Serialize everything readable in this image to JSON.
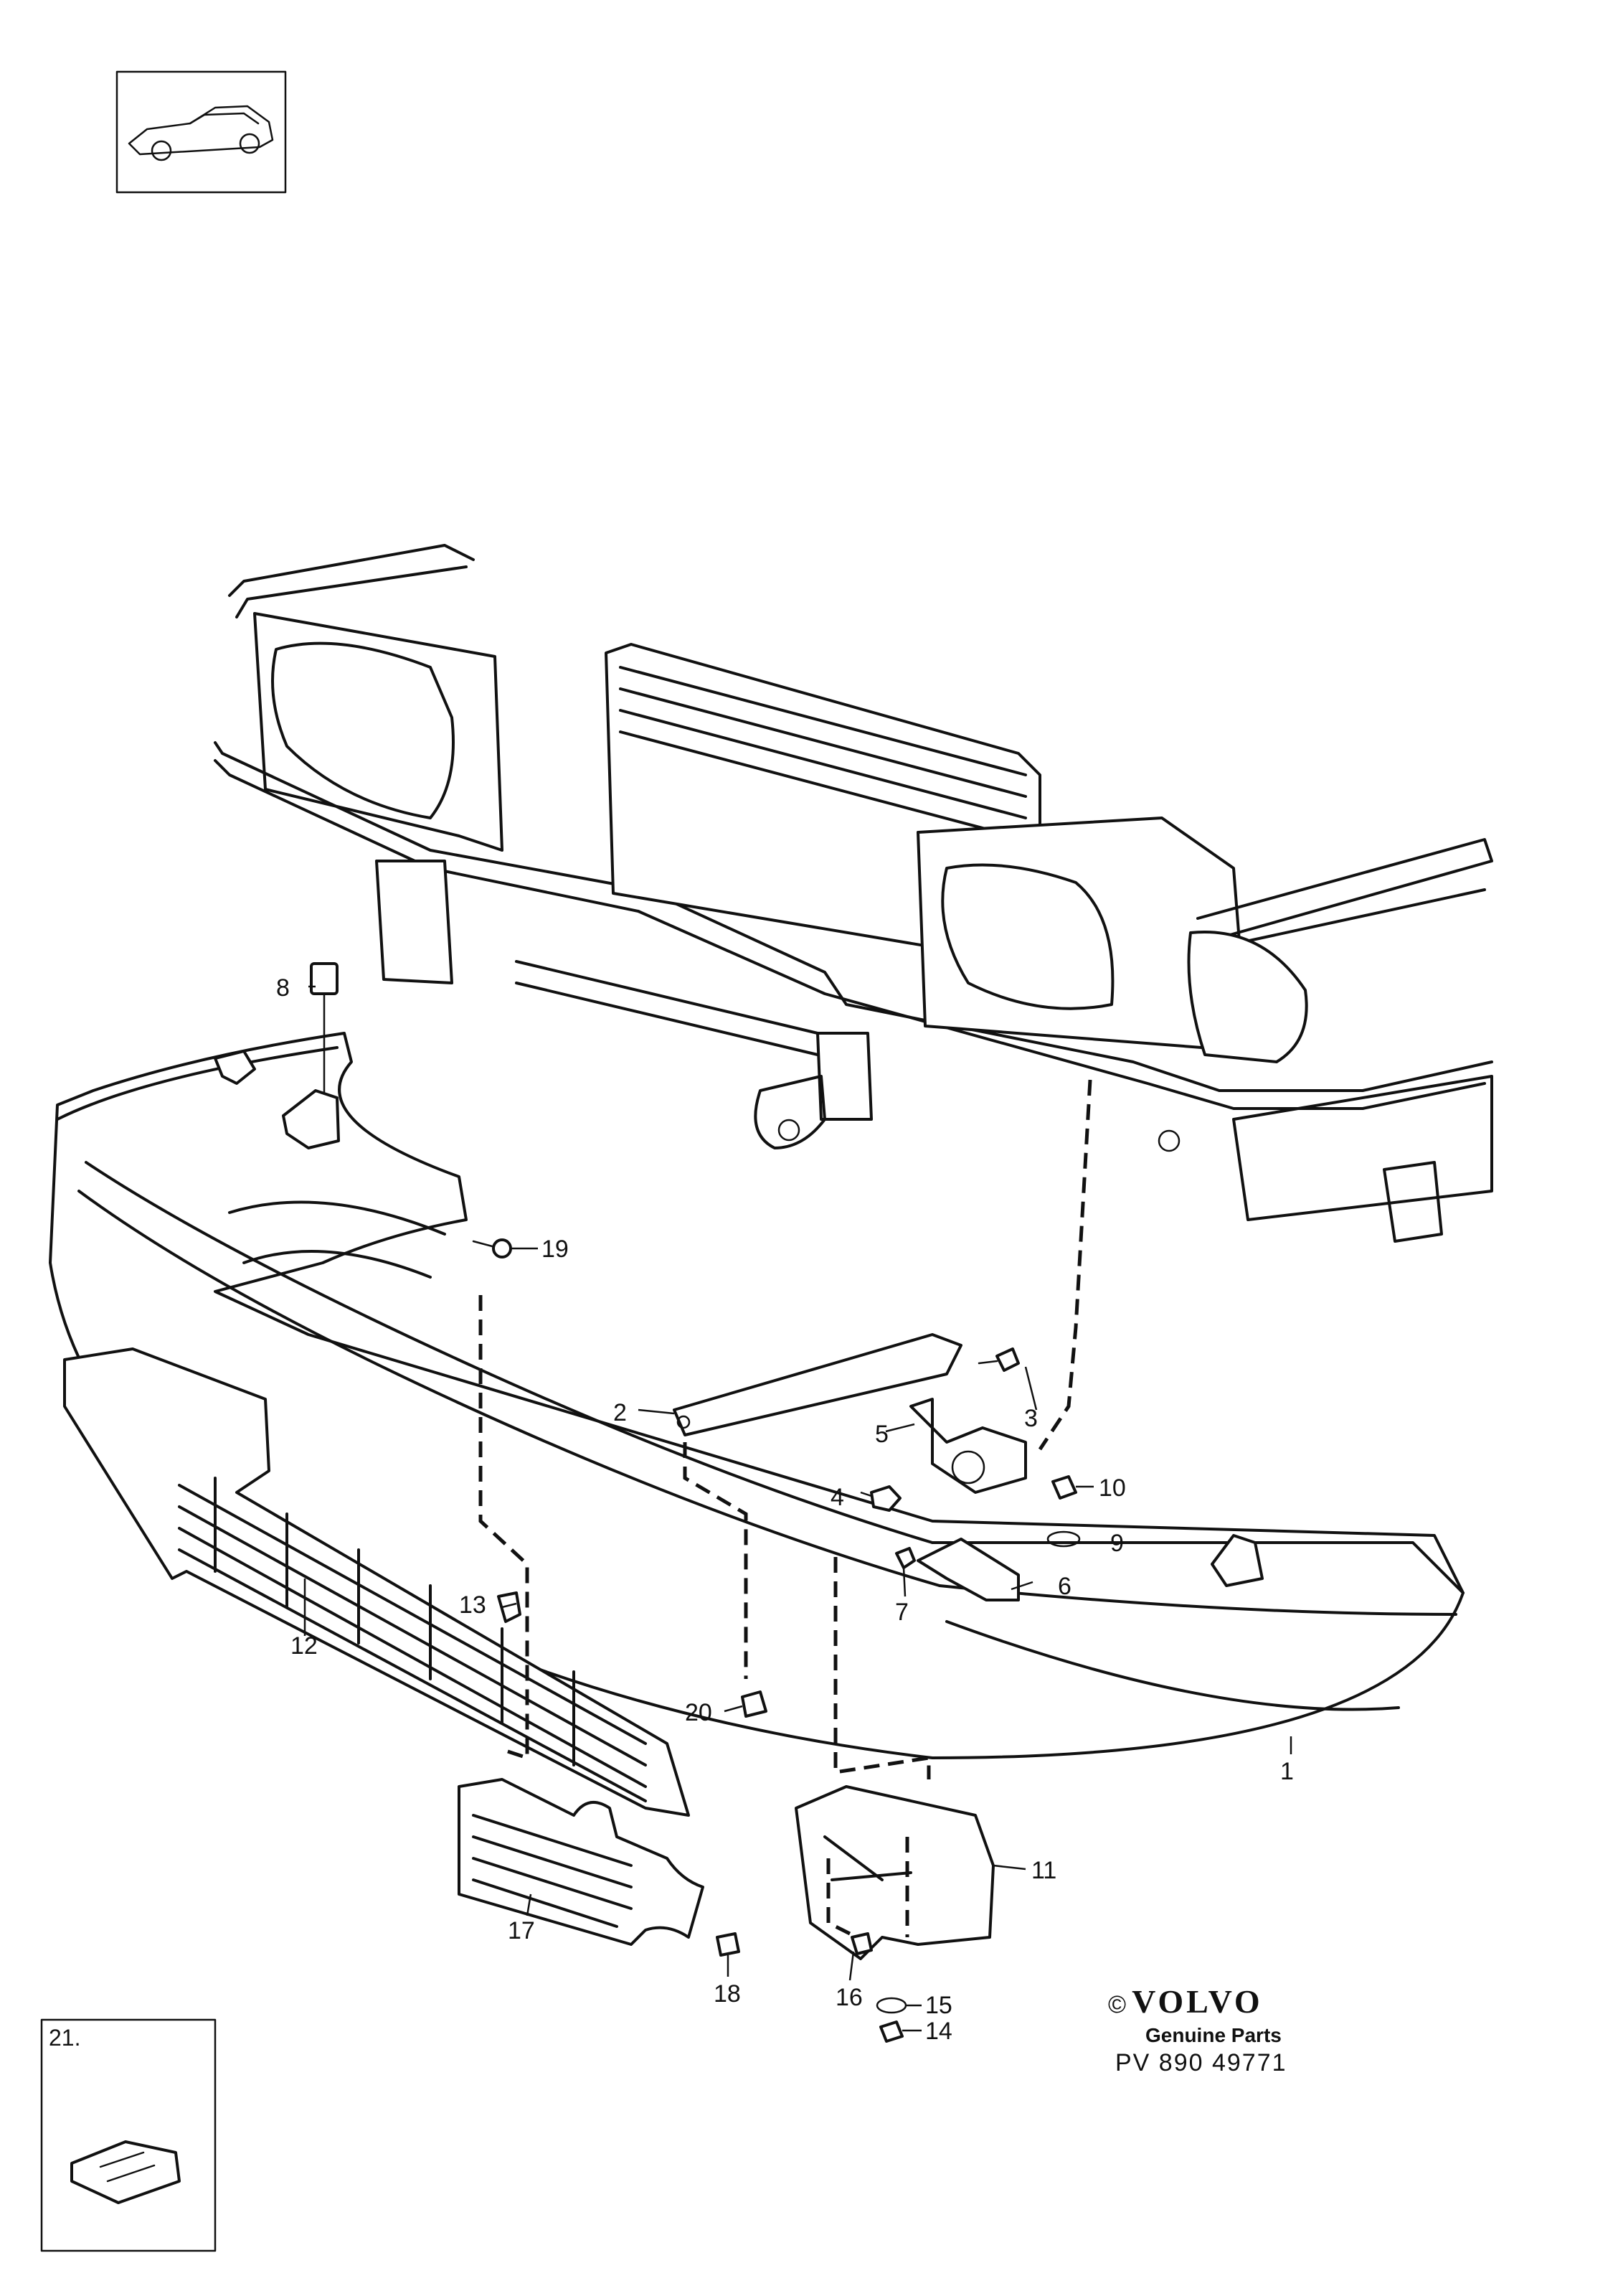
{
  "callouts": [
    {
      "number": "1"
    },
    {
      "number": "2"
    },
    {
      "number": "3"
    },
    {
      "number": "4"
    },
    {
      "number": "5"
    },
    {
      "number": "6"
    },
    {
      "number": "7"
    },
    {
      "number": "8"
    },
    {
      "number": "9"
    },
    {
      "number": "10"
    },
    {
      "number": "11"
    },
    {
      "number": "12"
    },
    {
      "number": "13"
    },
    {
      "number": "14"
    },
    {
      "number": "15"
    },
    {
      "number": "16"
    },
    {
      "number": "17"
    },
    {
      "number": "18"
    },
    {
      "number": "19"
    },
    {
      "number": "20"
    }
  ],
  "inset_label": "21.",
  "brand": {
    "copyright": "©",
    "logo": "VOLVO",
    "tagline": "Genuine Parts",
    "reference": "PV 890  49771"
  },
  "colors": {
    "ink": "#111111",
    "paper": "#ffffff"
  }
}
